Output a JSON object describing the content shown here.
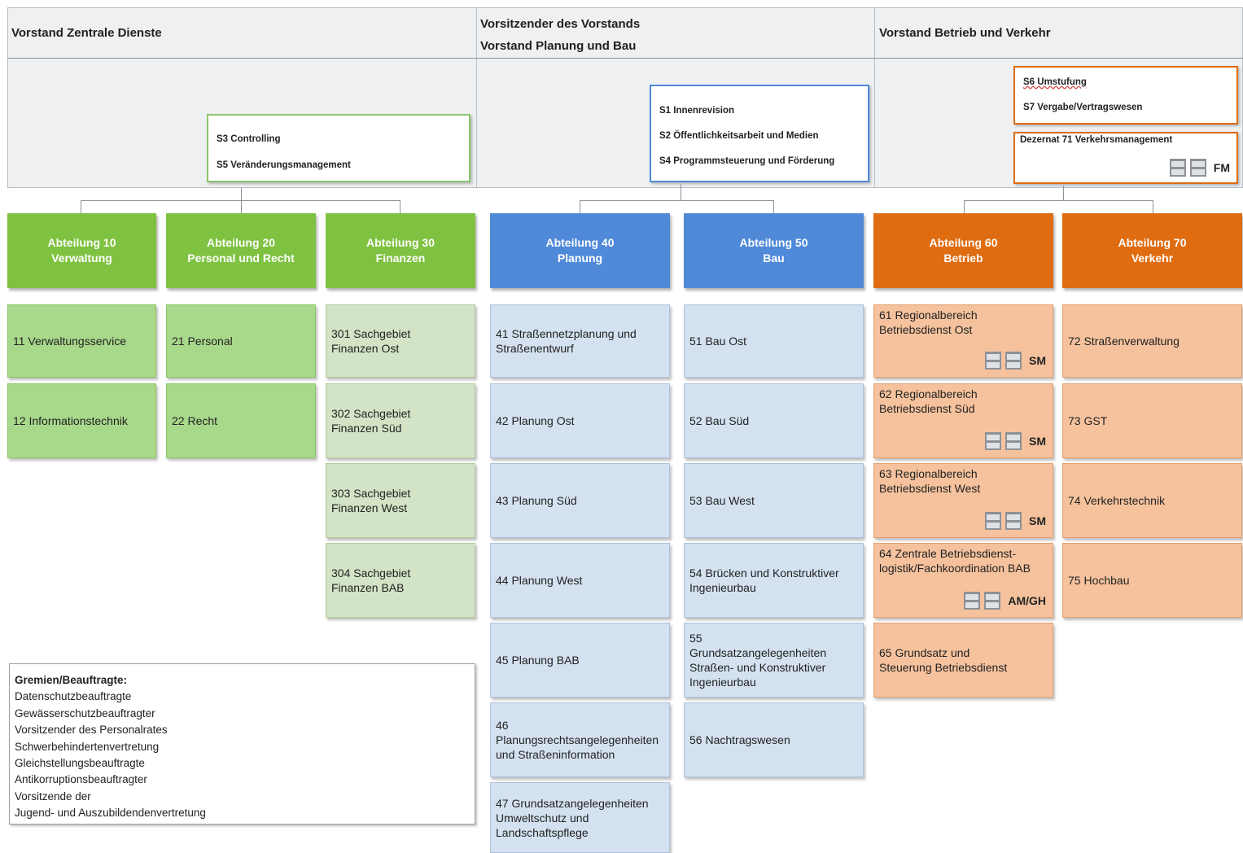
{
  "columns": {
    "left": "Vorstand Zentrale Dienste",
    "middle_line1": "Vorsitzender des Vorstands",
    "middle_line2": "Vorstand Planung und Bau",
    "right": "Vorstand Betrieb und Verkehr"
  },
  "staff_left": [
    "S3 Controlling",
    "S5 Veränderungsmanagement"
  ],
  "staff_middle": [
    "S1 Innenrevision",
    "S2 Öffentlichkeitsarbeit und Medien",
    "S4 Programmsteuerung und Förderung"
  ],
  "staff_right": [
    "S6 Umstufung",
    "S7 Vergabe/Vertragswesen"
  ],
  "dezernat": {
    "label": "Dezernat 71 Verkehrsmanagement",
    "mark": "FM"
  },
  "departments": [
    {
      "title": "Abteilung 10",
      "subtitle": "Verwaltung",
      "units": [
        {
          "text": "11 Verwaltungsservice"
        },
        {
          "text": "12 Informationstechnik"
        }
      ]
    },
    {
      "title": "Abteilung 20",
      "subtitle": "Personal und Recht",
      "units": [
        {
          "text": "21 Personal"
        },
        {
          "text": "22 Recht"
        }
      ]
    },
    {
      "title": "Abteilung 30",
      "subtitle": "Finanzen",
      "units": [
        {
          "text": "301 Sachgebiet Finanzen Ost"
        },
        {
          "text": "302 Sachgebiet Finanzen Süd"
        },
        {
          "text": "303 Sachgebiet Finanzen West"
        },
        {
          "text": "304 Sachgebiet Finanzen BAB"
        }
      ]
    },
    {
      "title": "Abteilung 40",
      "subtitle": "Planung",
      "units": [
        {
          "text": "41 Straßennetzplanung und Straßenentwurf"
        },
        {
          "text": "42 Planung Ost"
        },
        {
          "text": "43 Planung Süd"
        },
        {
          "text": "44 Planung West"
        },
        {
          "text": "45 Planung BAB"
        },
        {
          "text": "46 Planungsrechtsangelegenheiten und Straßeninformation"
        },
        {
          "text": "47 Grundsatzangelegenheiten Umweltschutz und Landschaftspflege"
        }
      ]
    },
    {
      "title": "Abteilung 50",
      "subtitle": "Bau",
      "units": [
        {
          "text": "51 Bau Ost"
        },
        {
          "text": "52 Bau Süd"
        },
        {
          "text": "53 Bau West"
        },
        {
          "text": "54 Brücken und Konstruktiver Ingenieurbau"
        },
        {
          "text": "55 Grundsatzangelegenheiten Straßen- und Konstruktiver Ingenieurbau"
        },
        {
          "text": "56 Nachtragswesen"
        }
      ]
    },
    {
      "title": "Abteilung 60",
      "subtitle": "Betrieb",
      "units": [
        {
          "text": "61 Regionalbereich Betriebsdienst Ost",
          "mark": "SM"
        },
        {
          "text": "62 Regionalbereich Betriebsdienst Süd",
          "mark": "SM"
        },
        {
          "text": "63 Regionalbereich Betriebsdienst West",
          "mark": "SM"
        },
        {
          "text": "64 Zentrale Betriebsdienst-logistik/Fachkoordination BAB",
          "mark": "AM/GH"
        },
        {
          "text": "65 Grundsatz und Steuerung Betriebsdienst"
        }
      ]
    },
    {
      "title": "Abteilung 70",
      "subtitle": "Verkehr",
      "units": [
        {
          "text": "72 Straßenverwaltung"
        },
        {
          "text": "73 GST"
        },
        {
          "text": "74 Verkehrstechnik"
        },
        {
          "text": "75 Hochbau"
        }
      ]
    }
  ],
  "gremien": {
    "title": "Gremien/Beauftragte:",
    "items": [
      "Datenschutzbeauftragte",
      "Gewässerschutzbeauftragter",
      "Vorsitzender des Personalrates",
      "Schwerbehindertenvertretung",
      "Gleichstellungsbeauftragte",
      "Antikorruptionsbeauftragter",
      "Vorsitzende der",
      "Jugend- und Auszubildendenvertretung"
    ]
  },
  "colors": {
    "green": "#7fc241",
    "blue": "#4f89d8",
    "orange": "#df6c10"
  }
}
